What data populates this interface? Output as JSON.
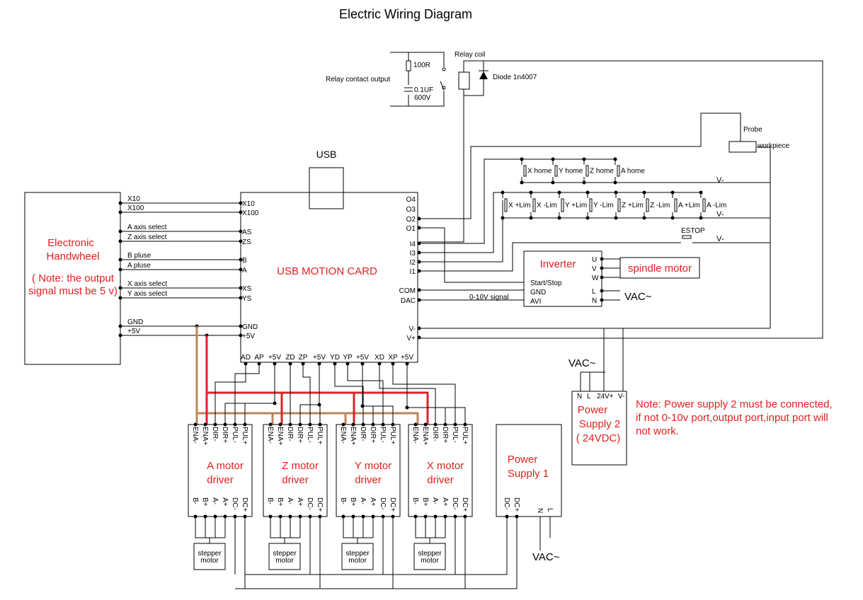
{
  "title": "Electric Wiring Diagram",
  "relay": {
    "contact_output": "Relay contact output",
    "resistor": "100R",
    "cap1": "0.1UF",
    "cap2": "600V",
    "coil": "Relay coil",
    "diode": "Diode 1n4007"
  },
  "probe": {
    "label": "Probe",
    "workpiece": "workpiece"
  },
  "usb": "USB",
  "home_switches": [
    "X home",
    "Y home",
    "Z home",
    "A home"
  ],
  "limit_switches": [
    "X +Lim",
    "X -Lim",
    "Y +Lim",
    "Y -Lim",
    "Z +Lim",
    "Z -Lim",
    "A +Lim",
    "A -Lim"
  ],
  "estop": "ESTOP",
  "vminus": "V-",
  "handwheel": {
    "title1": "Electronic",
    "title2": "Handwheel",
    "note1": "( Note: the output",
    "note2": "signal must be 5 v)",
    "signals": [
      "X10",
      "X100",
      "A axis select",
      "Z axis select",
      "B pluse",
      "A pluse",
      "X axis select",
      "Y axis select",
      "GND",
      "+5V"
    ]
  },
  "card": {
    "title": "USB MOTION CARD",
    "left_pins": [
      "X10",
      "X100",
      "AS",
      "ZS",
      "B",
      "A",
      "XS",
      "YS",
      "GND",
      "+5V"
    ],
    "right_pins": [
      "O4",
      "O3",
      "O2",
      "O1",
      "I4",
      "I3",
      "I2",
      "I1",
      "COM",
      "DAC",
      "V-",
      "V+"
    ],
    "bottom_pins": [
      "AD",
      "AP",
      "+5V",
      "ZD",
      "ZP",
      "+5V",
      "YD",
      "YP",
      "+5V",
      "XD",
      "XP",
      "+5V"
    ]
  },
  "signal_label": "0-10V signal",
  "inverter": {
    "title": "Inverter",
    "pins_left": [
      "Start/Stop",
      "GND",
      "AVI"
    ],
    "pins_right": [
      "U",
      "V",
      "W",
      "L",
      "N"
    ],
    "vac": "VAC~"
  },
  "spindle": "spindle motor",
  "drivers": [
    {
      "title1": "A motor",
      "title2": "driver"
    },
    {
      "title1": "Z motor",
      "title2": "driver"
    },
    {
      "title1": "Y motor",
      "title2": "driver"
    },
    {
      "title1": "X motor",
      "title2": "driver"
    }
  ],
  "driver_top_pins": [
    "ENA-",
    "ENA+",
    "DIR-",
    "DIR+",
    "PUL-",
    "PUL+"
  ],
  "driver_bottom_pins": [
    "B-",
    "B+",
    "A-",
    "A+",
    "DC-",
    "DC+"
  ],
  "stepper": {
    "l1": "stepper",
    "l2": "motor"
  },
  "ps1": {
    "title1": "Power",
    "title2": "Supply 1",
    "pins": [
      "DC-",
      "DC+",
      "N",
      "L"
    ],
    "vac": "VAC~"
  },
  "ps2": {
    "title1": "Power",
    "title2": "Supply 2",
    "title3": "( 24VDC)",
    "pins": [
      "N",
      "L",
      "24V+",
      "V-"
    ],
    "vac": "VAC~"
  },
  "note": {
    "l1": "Note: Power supply 2 must be connected,",
    "l2": "if not 0-10v port,output port,input port will",
    "l3": "not work."
  }
}
